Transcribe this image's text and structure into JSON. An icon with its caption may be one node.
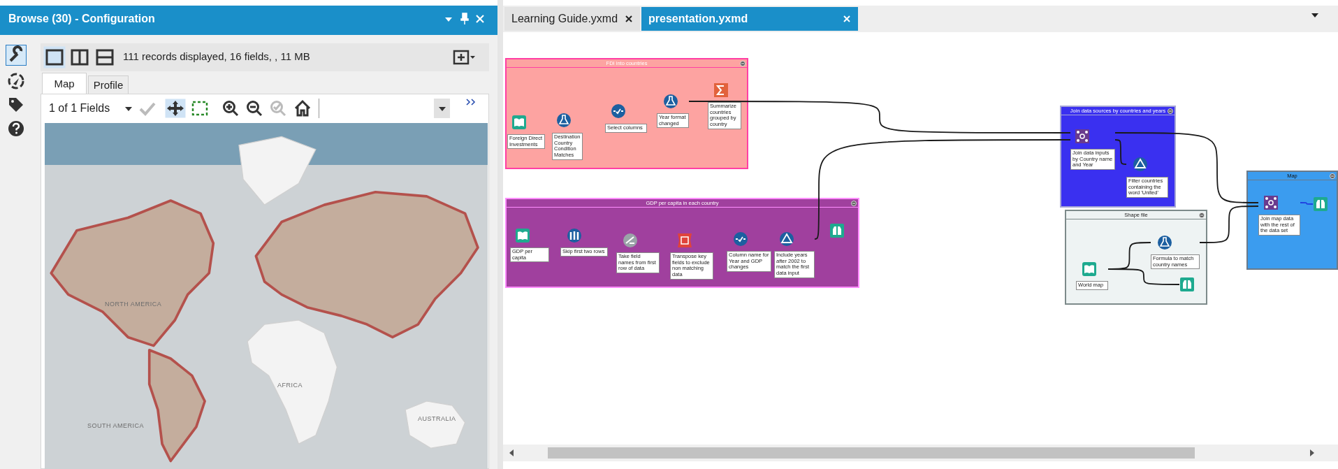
{
  "diagram": {
    "nodes": [
      {
        "text": [
          "FDI into countries"
        ]
      },
      {
        "text": [
          "Foreign Direct Investments"
        ],
        "in": 0
      },
      {
        "text": [
          "Destination Country Condition Matches"
        ],
        "in": 0
      },
      {
        "text": [
          "Select columns"
        ],
        "in": 0
      },
      {
        "text": [
          "Year format changed"
        ],
        "in": 0
      },
      {
        "text": [
          "Summarize countries grouped by country"
        ],
        "in": 0
      },
      {
        "text": [
          "GDP per capita in each country"
        ]
      },
      {
        "text": [
          "GDP per capita"
        ],
        "in": 6
      },
      {
        "text": [
          "Skip first two rows"
        ],
        "in": 6
      },
      {
        "text": [
          "Take field names from first row of data"
        ],
        "in": 6
      },
      {
        "text": [
          "Transpose key fields to exclude non matching data"
        ],
        "in": 6
      },
      {
        "text": [
          "Column name for Year and GDP changes"
        ],
        "in": 6
      },
      {
        "text": [
          "Include years after 2002 to match the first data input"
        ],
        "in": 6
      },
      {
        "text": [],
        "shape": "picture",
        "in": 6
      },
      {
        "text": [
          "Join data sources by countries and years"
        ]
      },
      {
        "text": [
          "Join data inputs by Country name and Year"
        ],
        "in": 14
      },
      {
        "text": [
          "Filter countries containing the word 'United'"
        ],
        "in": 14
      },
      {
        "text": [
          "Shape file"
        ]
      },
      {
        "text": [
          "World map"
        ],
        "in": 17
      },
      {
        "text": [
          "Formula to match country names"
        ],
        "in": 17
      },
      {
        "text": [],
        "shape": "picture",
        "in": 17
      },
      {
        "text": [
          "Map"
        ]
      },
      {
        "text": [
          "Join map data with the rest of the data set"
        ],
        "in": 21
      },
      {
        "text": [],
        "shape": "picture",
        "in": 21
      }
    ],
    "edges": [
      {
        "from": 4,
        "to": 15,
        "arrow": "none"
      },
      {
        "from": 12,
        "to": 15,
        "arrow": "none"
      },
      {
        "from": 15,
        "to": 16,
        "arrow": "none"
      },
      {
        "from": 15,
        "to": 22,
        "arrow": "none"
      },
      {
        "from": 19,
        "to": 22,
        "arrow": "none"
      },
      {
        "from": 18,
        "to": 19,
        "arrow": "none"
      },
      {
        "from": 18,
        "to": 20,
        "arrow": "none"
      },
      {
        "from": 22,
        "to": 23,
        "arrow": "none",
        "color": "#1f3fe0"
      }
    ],
    "labels": [
      "Browse (30) - Configuration",
      "111 records displayed, 16 fields, , 11 MB",
      "Map",
      "Profile",
      "1 of 1 Fields",
      "NORTH AMERICA",
      "SOUTH AMERICA",
      "AFRICA",
      "AUSTRALIA",
      "Learning Guide.yxmd",
      "presentation.yxmd"
    ]
  }
}
